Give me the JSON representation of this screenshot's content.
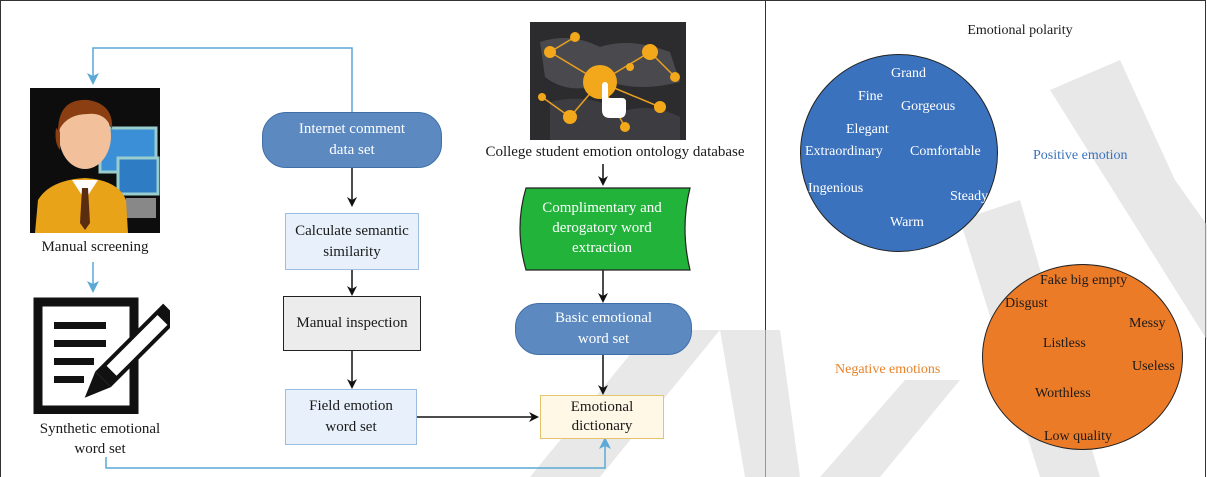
{
  "flow": {
    "manual_screening": "Manual screening",
    "synthetic_set": [
      "Synthetic emotional",
      "word set"
    ],
    "internet_comment": [
      "Internet comment",
      "data set"
    ],
    "calc_similarity": [
      "Calculate semantic",
      "similarity"
    ],
    "manual_inspection": "Manual inspection",
    "field_emotion": [
      "Field emotion",
      "word set"
    ],
    "ontology_db": "College student emotion ontology database",
    "compl_derog": [
      "Complimentary and",
      "derogatory word",
      "extraction"
    ],
    "basic_set": [
      "Basic emotional",
      "word set"
    ],
    "dictionary": [
      "Emotional",
      "dictionary"
    ]
  },
  "polarity": {
    "title": "Emotional polarity",
    "positive_label": "Positive emotion",
    "negative_label": "Negative emotions",
    "positive_words": [
      "Grand",
      "Fine",
      "Gorgeous",
      "Elegant",
      "Extraordinary",
      "Comfortable",
      "Ingenious",
      "Steady",
      "Warm"
    ],
    "negative_words": [
      "Fake big empty",
      "Disgust",
      "Messy",
      "Listless",
      "Useless",
      "Worthless",
      "Low quality"
    ]
  },
  "colors": {
    "positive_fill": "#3b72bd",
    "negative_fill": "#ec7b28",
    "positive_text": "#3b72bd",
    "negative_text": "#e8832a",
    "arrow_blue": "#5aa9d6",
    "extraction_fill": "#22b33a"
  },
  "icons": [
    "person-computer-icon",
    "document-pen-icon",
    "network-globe-icon"
  ]
}
